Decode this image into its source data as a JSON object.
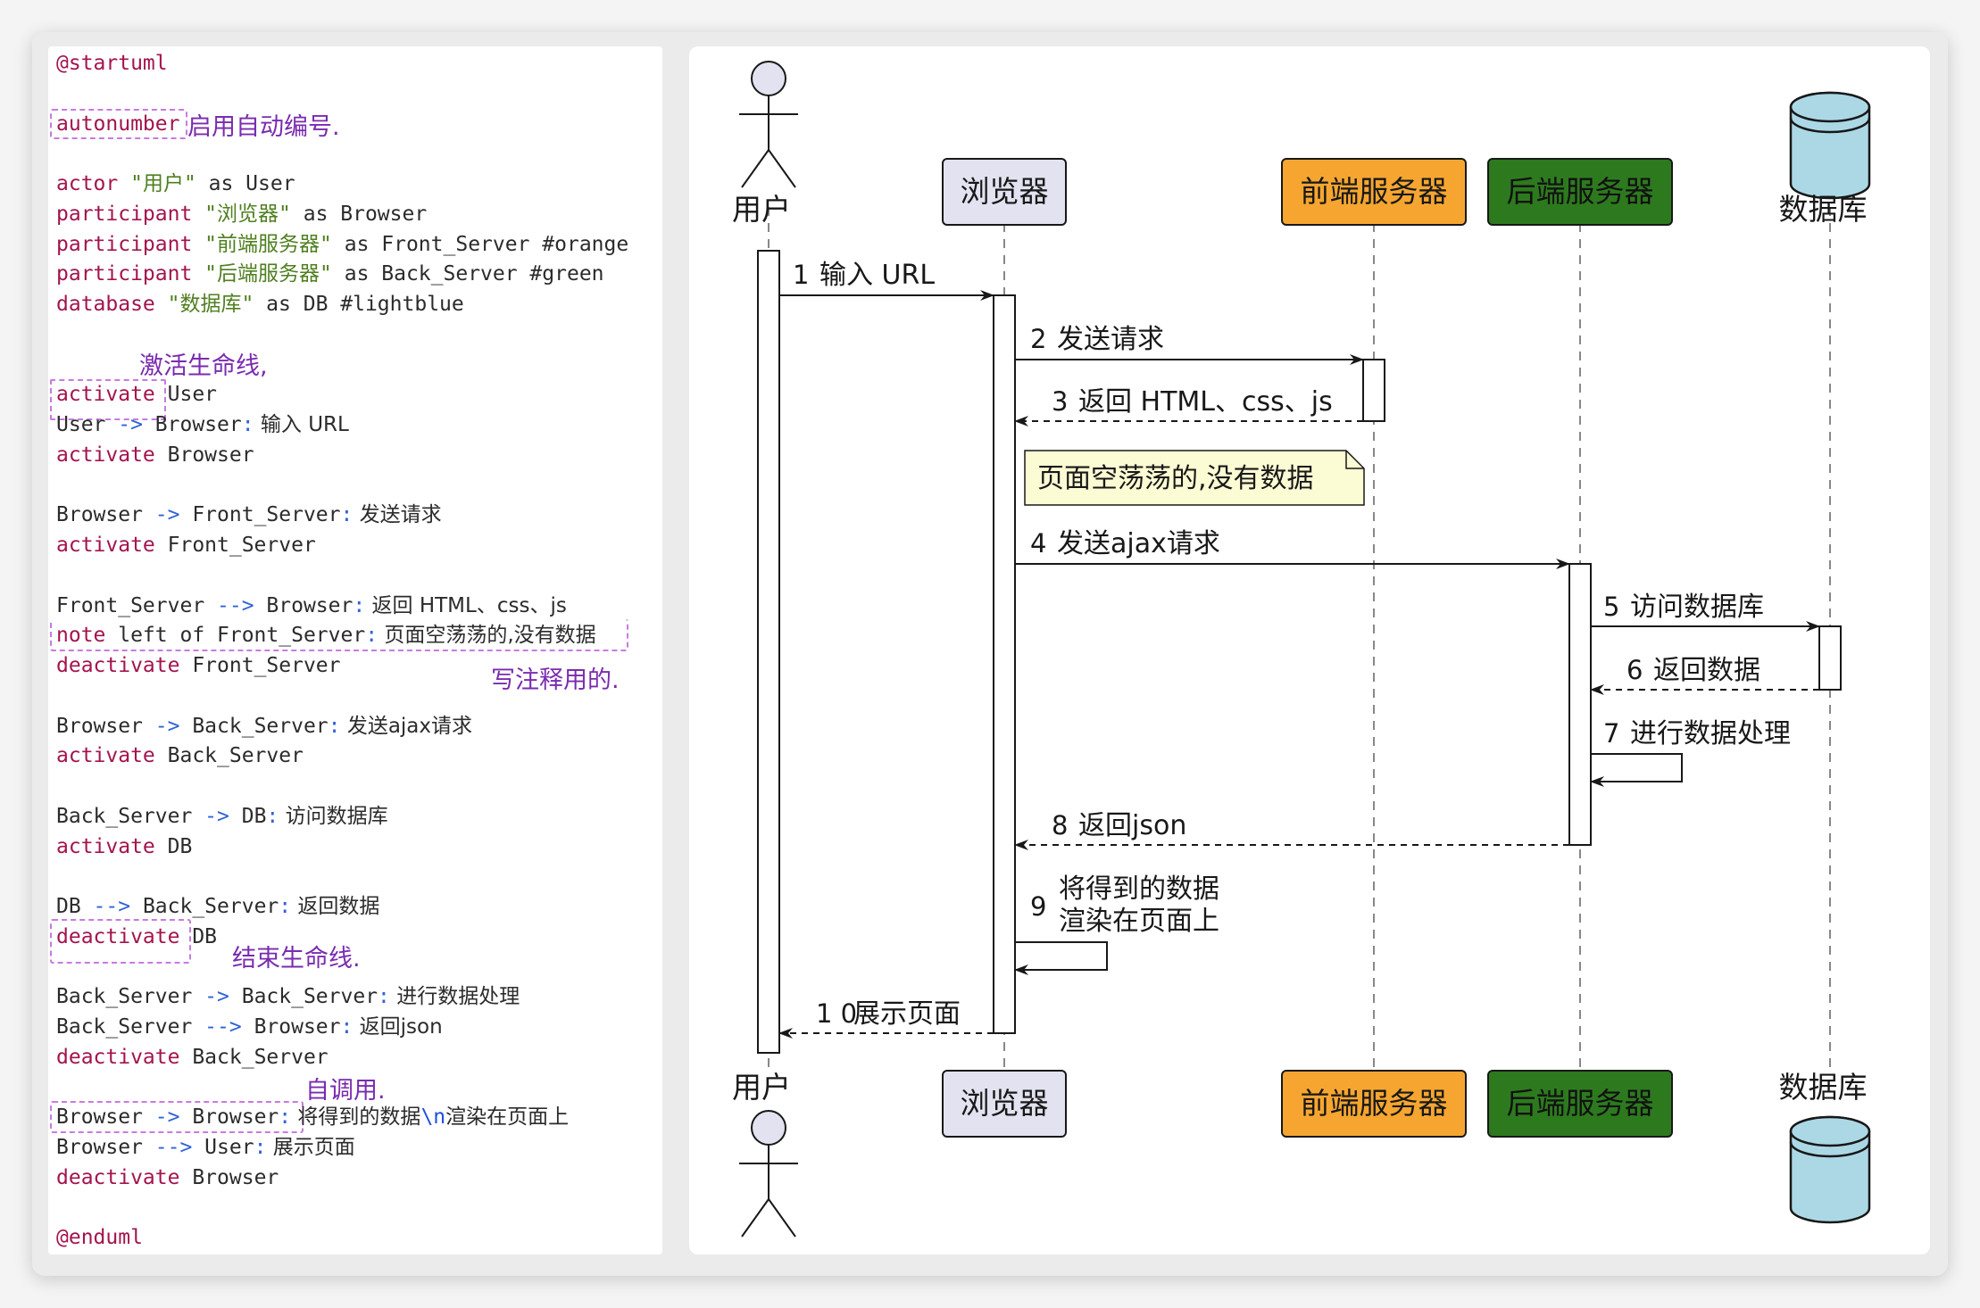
{
  "code_lines": [
    {
      "segments": [
        {
          "t": "@startuml",
          "c": "kw"
        }
      ]
    },
    {
      "segments": []
    },
    {
      "segments": [
        {
          "t": "autonumber",
          "c": "kw"
        }
      ]
    },
    {
      "segments": []
    },
    {
      "segments": [
        {
          "t": "actor ",
          "c": "kw"
        },
        {
          "t": "\"用户\"",
          "c": "str"
        },
        {
          "t": " as User",
          "c": ""
        }
      ]
    },
    {
      "segments": [
        {
          "t": "participant ",
          "c": "kw"
        },
        {
          "t": "\"浏览器\"",
          "c": "str"
        },
        {
          "t": " as Browser",
          "c": ""
        }
      ]
    },
    {
      "segments": [
        {
          "t": "participant ",
          "c": "kw"
        },
        {
          "t": "\"前端服务器\"",
          "c": "str"
        },
        {
          "t": " as Front_Server #orange",
          "c": ""
        }
      ]
    },
    {
      "segments": [
        {
          "t": "participant ",
          "c": "kw"
        },
        {
          "t": "\"后端服务器\"",
          "c": "str"
        },
        {
          "t": " as Back_Server #green",
          "c": ""
        }
      ]
    },
    {
      "segments": [
        {
          "t": "database ",
          "c": "kw"
        },
        {
          "t": "\"数据库\"",
          "c": "str"
        },
        {
          "t": " as DB #lightblue",
          "c": ""
        }
      ]
    },
    {
      "segments": []
    },
    {
      "segments": []
    },
    {
      "segments": [
        {
          "t": "activate",
          "c": "kw"
        },
        {
          "t": " User",
          "c": ""
        }
      ]
    },
    {
      "segments": [
        {
          "t": "User ",
          "c": ""
        },
        {
          "t": "->",
          "c": "arr"
        },
        {
          "t": " Browser",
          "c": ""
        },
        {
          "t": ":",
          "c": "col"
        },
        {
          "t": " 输入 URL",
          "c": ""
        }
      ]
    },
    {
      "segments": [
        {
          "t": "activate",
          "c": "kw"
        },
        {
          "t": " Browser",
          "c": ""
        }
      ]
    },
    {
      "segments": []
    },
    {
      "segments": [
        {
          "t": "Browser ",
          "c": ""
        },
        {
          "t": "->",
          "c": "arr"
        },
        {
          "t": " Front_Server",
          "c": ""
        },
        {
          "t": ":",
          "c": "col"
        },
        {
          "t": " 发送请求",
          "c": ""
        }
      ]
    },
    {
      "segments": [
        {
          "t": "activate",
          "c": "kw"
        },
        {
          "t": " Front_Server",
          "c": ""
        }
      ]
    },
    {
      "segments": []
    },
    {
      "segments": [
        {
          "t": "Front_Server ",
          "c": ""
        },
        {
          "t": "-->",
          "c": "arr"
        },
        {
          "t": " Browser",
          "c": ""
        },
        {
          "t": ":",
          "c": "col"
        },
        {
          "t": " 返回 HTML、css、js",
          "c": ""
        }
      ]
    },
    {
      "segments": [
        {
          "t": "note",
          "c": "kw"
        },
        {
          "t": " left of Front_Server",
          "c": ""
        },
        {
          "t": ":",
          "c": "col"
        },
        {
          "t": " 页面空荡荡的,没有数据",
          "c": ""
        }
      ]
    },
    {
      "segments": [
        {
          "t": "deactivate",
          "c": "kw"
        },
        {
          "t": " Front_Server",
          "c": ""
        }
      ]
    },
    {
      "segments": []
    },
    {
      "segments": [
        {
          "t": "Browser ",
          "c": ""
        },
        {
          "t": "->",
          "c": "arr"
        },
        {
          "t": " Back_Server",
          "c": ""
        },
        {
          "t": ":",
          "c": "col"
        },
        {
          "t": " 发送ajax请求",
          "c": ""
        }
      ]
    },
    {
      "segments": [
        {
          "t": "activate",
          "c": "kw"
        },
        {
          "t": " Back_Server",
          "c": ""
        }
      ]
    },
    {
      "segments": []
    },
    {
      "segments": [
        {
          "t": "Back_Server ",
          "c": ""
        },
        {
          "t": "->",
          "c": "arr"
        },
        {
          "t": " DB",
          "c": ""
        },
        {
          "t": ":",
          "c": "col"
        },
        {
          "t": " 访问数据库",
          "c": ""
        }
      ]
    },
    {
      "segments": [
        {
          "t": "activate",
          "c": "kw"
        },
        {
          "t": " DB",
          "c": ""
        }
      ]
    },
    {
      "segments": []
    },
    {
      "segments": [
        {
          "t": "DB ",
          "c": ""
        },
        {
          "t": "-->",
          "c": "arr"
        },
        {
          "t": " Back_Server",
          "c": ""
        },
        {
          "t": ":",
          "c": "col"
        },
        {
          "t": " 返回数据",
          "c": ""
        }
      ]
    },
    {
      "segments": [
        {
          "t": "deactivate",
          "c": "kw"
        },
        {
          "t": " DB",
          "c": ""
        }
      ]
    },
    {
      "segments": []
    },
    {
      "segments": [
        {
          "t": "Back_Server ",
          "c": ""
        },
        {
          "t": "->",
          "c": "arr"
        },
        {
          "t": " Back_Server",
          "c": ""
        },
        {
          "t": ":",
          "c": "col"
        },
        {
          "t": " 进行数据处理",
          "c": ""
        }
      ]
    },
    {
      "segments": [
        {
          "t": "Back_Server ",
          "c": ""
        },
        {
          "t": "-->",
          "c": "arr"
        },
        {
          "t": " Browser",
          "c": ""
        },
        {
          "t": ":",
          "c": "col"
        },
        {
          "t": " 返回json",
          "c": ""
        }
      ]
    },
    {
      "segments": [
        {
          "t": "deactivate",
          "c": "kw"
        },
        {
          "t": " Back_Server",
          "c": ""
        }
      ]
    },
    {
      "segments": []
    },
    {
      "segments": [
        {
          "t": "Browser ",
          "c": ""
        },
        {
          "t": "->",
          "c": "arr"
        },
        {
          "t": " Browser",
          "c": ""
        },
        {
          "t": ":",
          "c": "col"
        },
        {
          "t": " 将得到的数据",
          "c": ""
        },
        {
          "t": "\\n",
          "c": "esc"
        },
        {
          "t": "渲染在页面上",
          "c": ""
        }
      ]
    },
    {
      "segments": [
        {
          "t": "Browser ",
          "c": ""
        },
        {
          "t": "-->",
          "c": "arr"
        },
        {
          "t": " User",
          "c": ""
        },
        {
          "t": ":",
          "c": "col"
        },
        {
          "t": " 展示页面",
          "c": ""
        }
      ]
    },
    {
      "segments": [
        {
          "t": "deactivate",
          "c": "kw"
        },
        {
          "t": " Browser",
          "c": ""
        }
      ]
    },
    {
      "segments": []
    },
    {
      "segments": [
        {
          "t": "@enduml",
          "c": "kw"
        }
      ]
    }
  ],
  "annotations": {
    "autonumber": "启用自动编号.",
    "activate": "激活生命线,",
    "note": "写注释用的.",
    "deactivate": "结束生命线.",
    "self_call": "自调用."
  },
  "diagram": {
    "participants": [
      {
        "id": "user",
        "label": "用户",
        "kind": "actor",
        "color": "#e2e2f0"
      },
      {
        "id": "browser",
        "label": "浏览器",
        "kind": "box",
        "color": "#e2e2f0"
      },
      {
        "id": "front",
        "label": "前端服务器",
        "kind": "box",
        "color": "#f6a630"
      },
      {
        "id": "back",
        "label": "后端服务器",
        "kind": "box",
        "color": "#2d7a1e"
      },
      {
        "id": "db",
        "label": "数据库",
        "kind": "database",
        "color": "#acd8e6"
      }
    ],
    "messages": [
      {
        "num": "1",
        "text": "输入 URL",
        "from": "user",
        "to": "browser",
        "style": "solid"
      },
      {
        "num": "2",
        "text": "发送请求",
        "from": "browser",
        "to": "front",
        "style": "solid"
      },
      {
        "num": "3",
        "text": "返回 HTML、css、js",
        "from": "front",
        "to": "browser",
        "style": "dashed"
      },
      {
        "num": "4",
        "text": "发送ajax请求",
        "from": "browser",
        "to": "back",
        "style": "solid"
      },
      {
        "num": "5",
        "text": "访问数据库",
        "from": "back",
        "to": "db",
        "style": "solid"
      },
      {
        "num": "6",
        "text": "返回数据",
        "from": "db",
        "to": "back",
        "style": "dashed"
      },
      {
        "num": "7",
        "text": "进行数据处理",
        "from": "back",
        "to": "back",
        "style": "solid"
      },
      {
        "num": "8",
        "text": "返回json",
        "from": "back",
        "to": "browser",
        "style": "dashed"
      },
      {
        "num": "9",
        "text": [
          "将得到的数据",
          "渲染在页面上"
        ],
        "from": "browser",
        "to": "browser",
        "style": "solid"
      },
      {
        "num": "1 0",
        "text": "展示页面",
        "from": "browser",
        "to": "user",
        "style": "dashed"
      }
    ],
    "note": {
      "text": "页面空荡荡的,没有数据",
      "color": "#fbfbd4"
    },
    "colors": {
      "line": "#181818",
      "lifeline": "#888888",
      "annotation": "#7a2bb0",
      "dash_box": "#c77be0"
    }
  }
}
